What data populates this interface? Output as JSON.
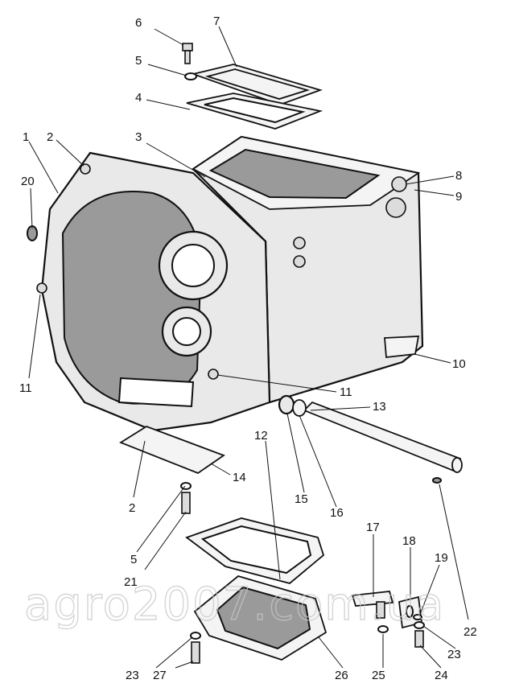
{
  "diagram": {
    "callouts": [
      "6",
      "7",
      "5",
      "4",
      "1",
      "2",
      "3",
      "20",
      "8",
      "9",
      "11",
      "10",
      "11",
      "13",
      "12",
      "2",
      "14",
      "15",
      "16",
      "5",
      "21",
      "17",
      "18",
      "19",
      "22",
      "23",
      "24",
      "23",
      "27",
      "26",
      "25"
    ],
    "watermark": "agro2007.com.ua"
  }
}
